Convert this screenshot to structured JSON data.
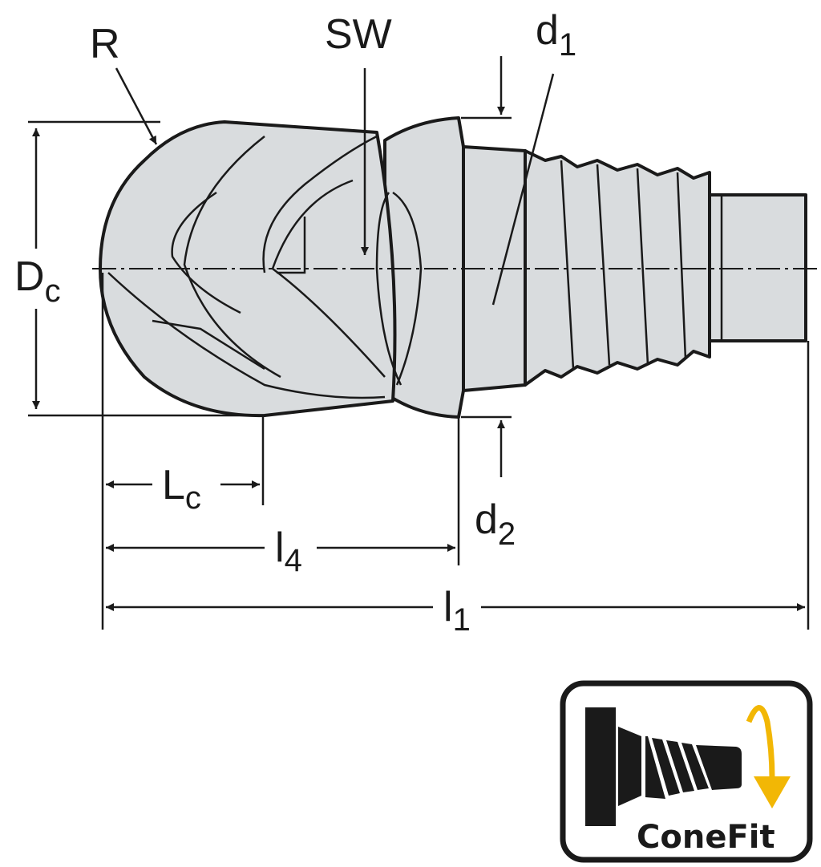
{
  "labels": {
    "R": {
      "main": "R"
    },
    "SW": {
      "main": "SW"
    },
    "d1": {
      "main": "d",
      "sub": "1"
    },
    "Dc": {
      "main": "D",
      "sub": "c"
    },
    "d2": {
      "main": "d",
      "sub": "2"
    },
    "Lc": {
      "main": "L",
      "sub": "c"
    },
    "l4": {
      "main": "l",
      "sub": "4"
    },
    "l1": {
      "main": "l",
      "sub": "1"
    }
  },
  "logo": {
    "text": "ConeFit"
  },
  "colors": {
    "tool_fill": "#d9dcde",
    "line": "#1a1a1a",
    "accent": "#f2b705"
  }
}
